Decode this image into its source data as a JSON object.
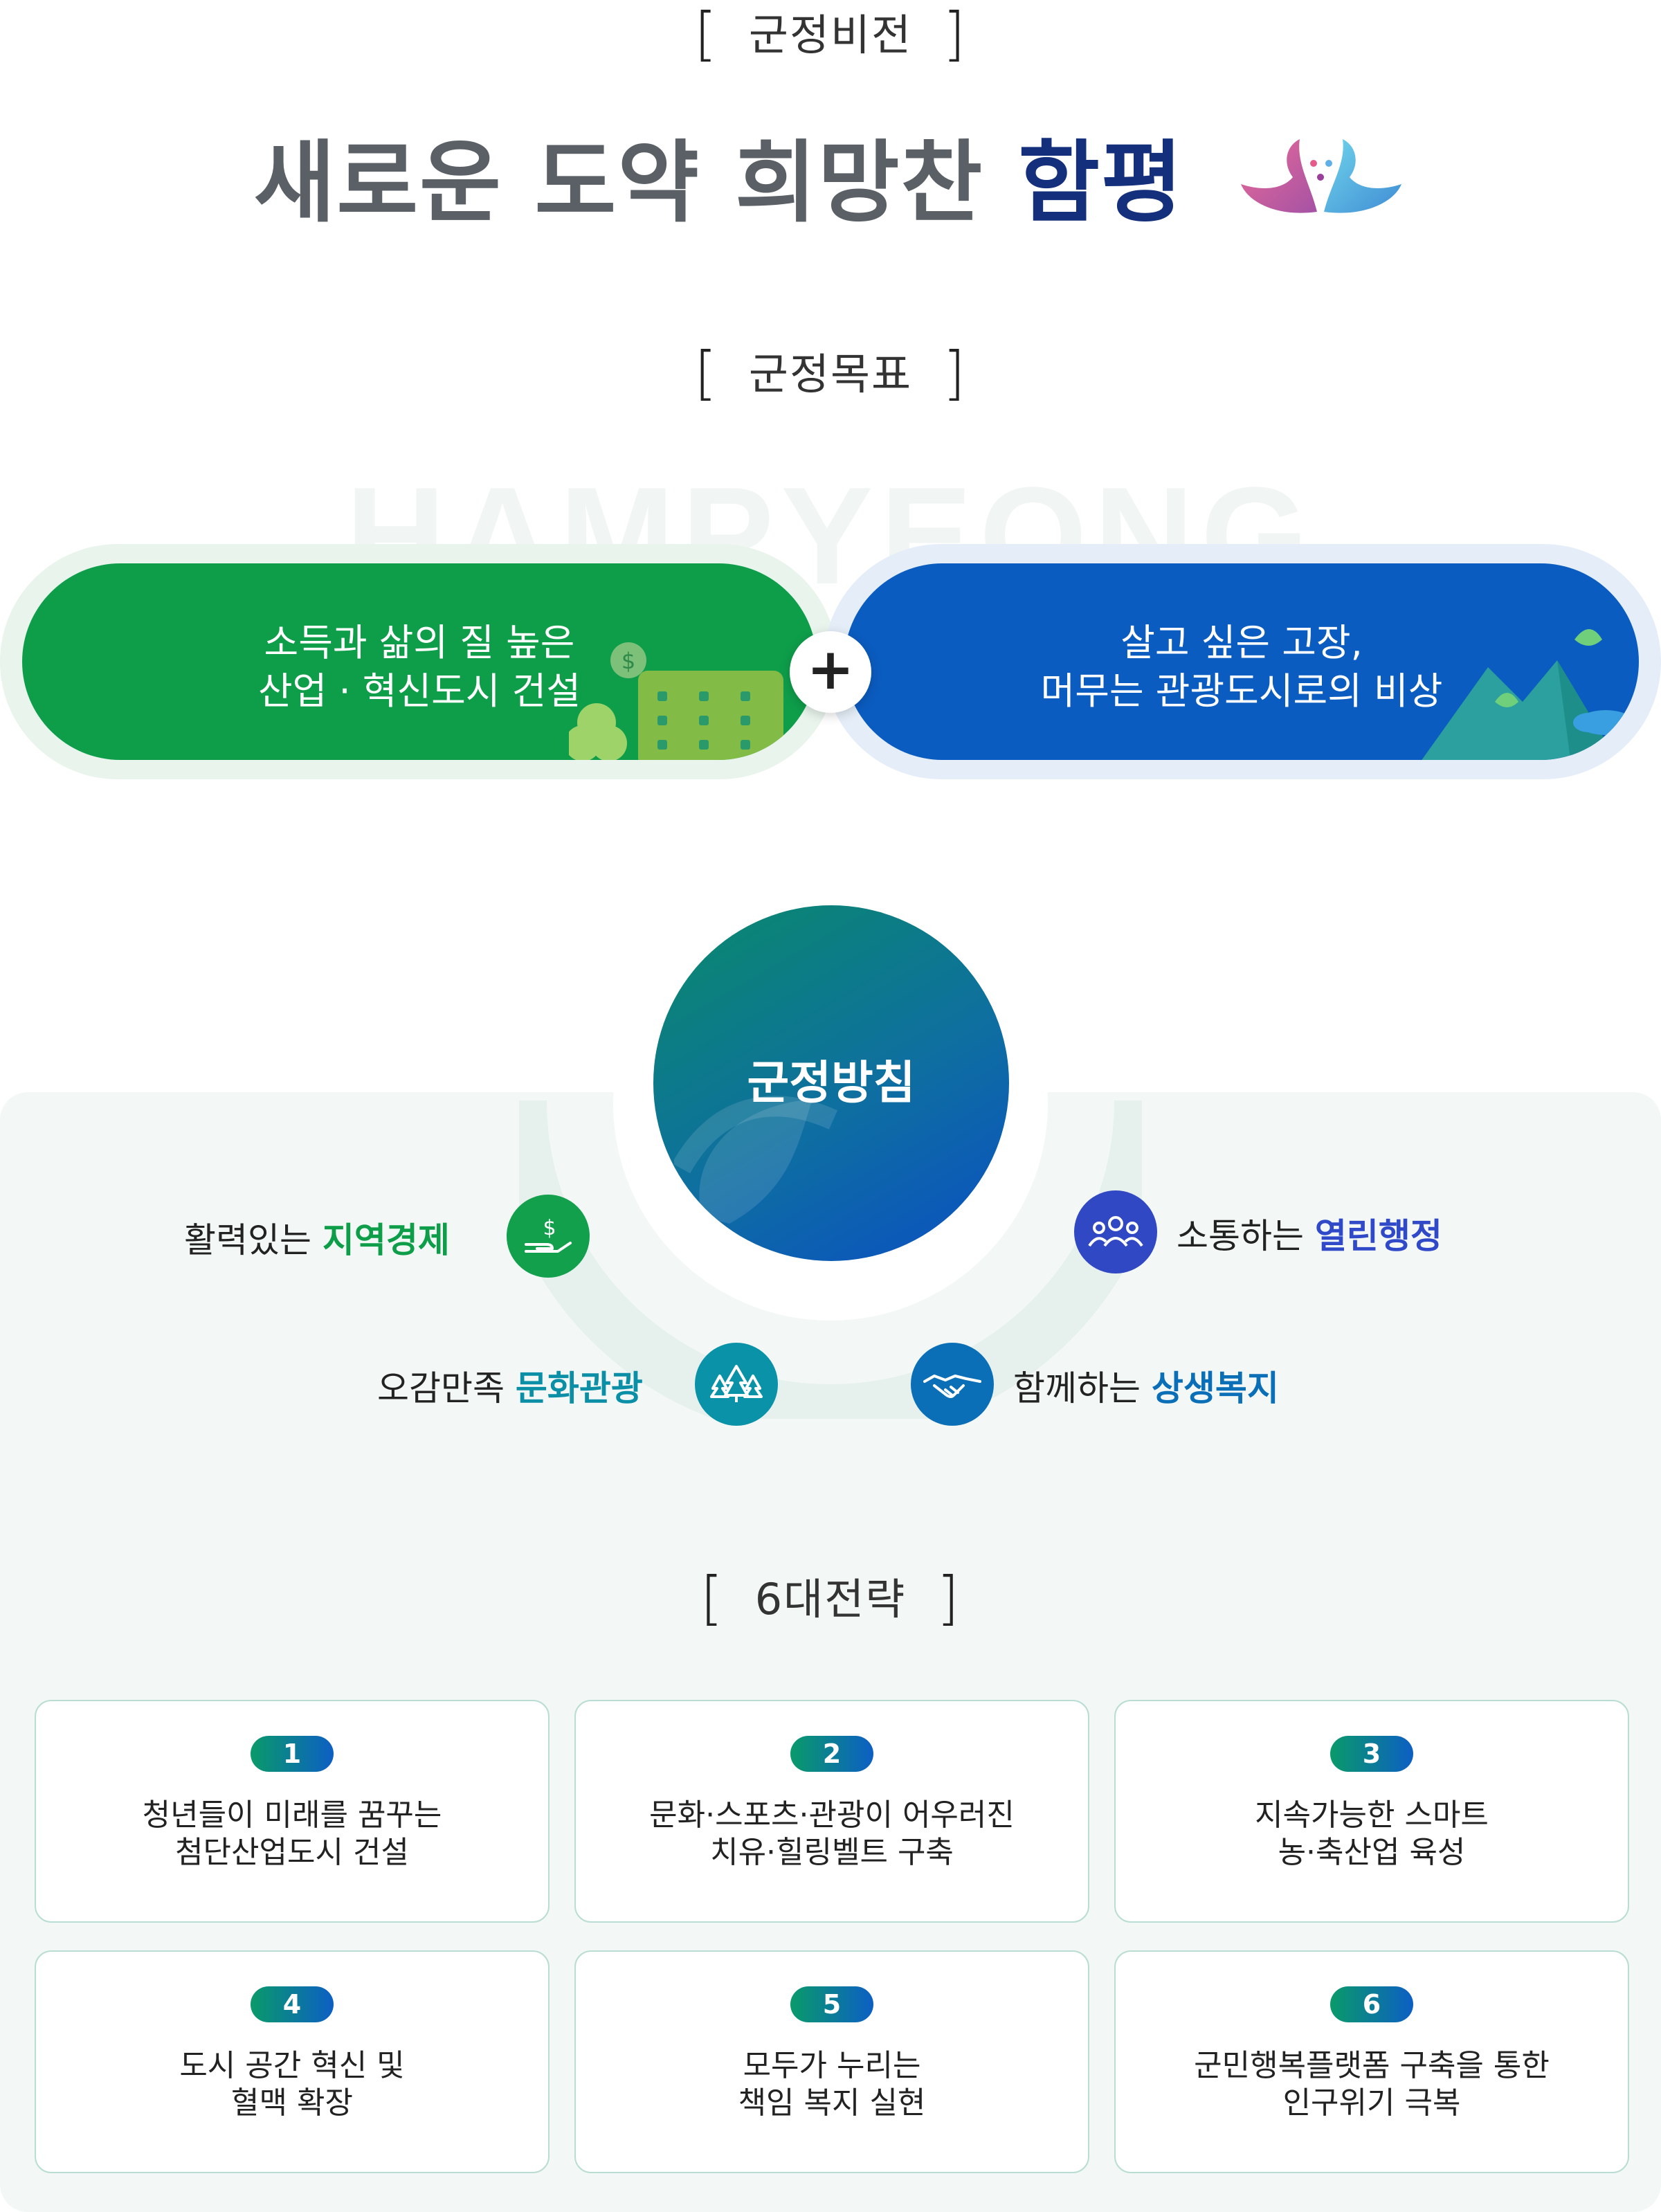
{
  "vision": {
    "heading": "군정비전",
    "slogan": {
      "part1": "새로운 도약",
      "part2": "희망찬",
      "part3": "함평",
      "logo_icon": "butterfly-logo-icon"
    }
  },
  "goals": {
    "heading": "군정목표",
    "watermark": "HAMPYEONG",
    "left": {
      "line1": "소득과 삶의 질 높은",
      "line2": "산업 · 혁신도시 건설",
      "color": "#0e9e4a"
    },
    "plus": "+",
    "right": {
      "line1": "살고 싶은 고장,",
      "line2": "머무는 관광도시로의 비상",
      "color": "#0b5cc0"
    }
  },
  "policy": {
    "center": "군정방침",
    "items": [
      {
        "prefix": "활력있는",
        "emph": "지역경제",
        "icon": "money-hand-icon",
        "color": "#0e9e4a"
      },
      {
        "prefix": "소통하는",
        "emph": "열린행정",
        "icon": "people-group-icon",
        "color": "#2f49c8"
      },
      {
        "prefix": "오감만족",
        "emph": "문화관광",
        "icon": "trees-icon",
        "color": "#0a8fa6"
      },
      {
        "prefix": "함께하는",
        "emph": "상생복지",
        "icon": "handshake-icon",
        "color": "#0b6fb8"
      }
    ]
  },
  "strategies": {
    "heading": "6대전략",
    "items": [
      {
        "num": "1",
        "line1": "청년들이 미래를 꿈꾸는",
        "line2": "첨단산업도시 건설"
      },
      {
        "num": "2",
        "line1": "문화·스포츠·관광이 어우러진",
        "line2": "치유·힐링벨트 구축"
      },
      {
        "num": "3",
        "line1": "지속가능한 스마트",
        "line2": "농·축산업 육성"
      },
      {
        "num": "4",
        "line1": "도시 공간 혁신 및",
        "line2": "혈맥 확장"
      },
      {
        "num": "5",
        "line1": "모두가 누리는",
        "line2": "책임 복지 실현"
      },
      {
        "num": "6",
        "line1": "군민행복플랫폼 구축을 통한",
        "line2": "인구위기 극복"
      }
    ]
  }
}
